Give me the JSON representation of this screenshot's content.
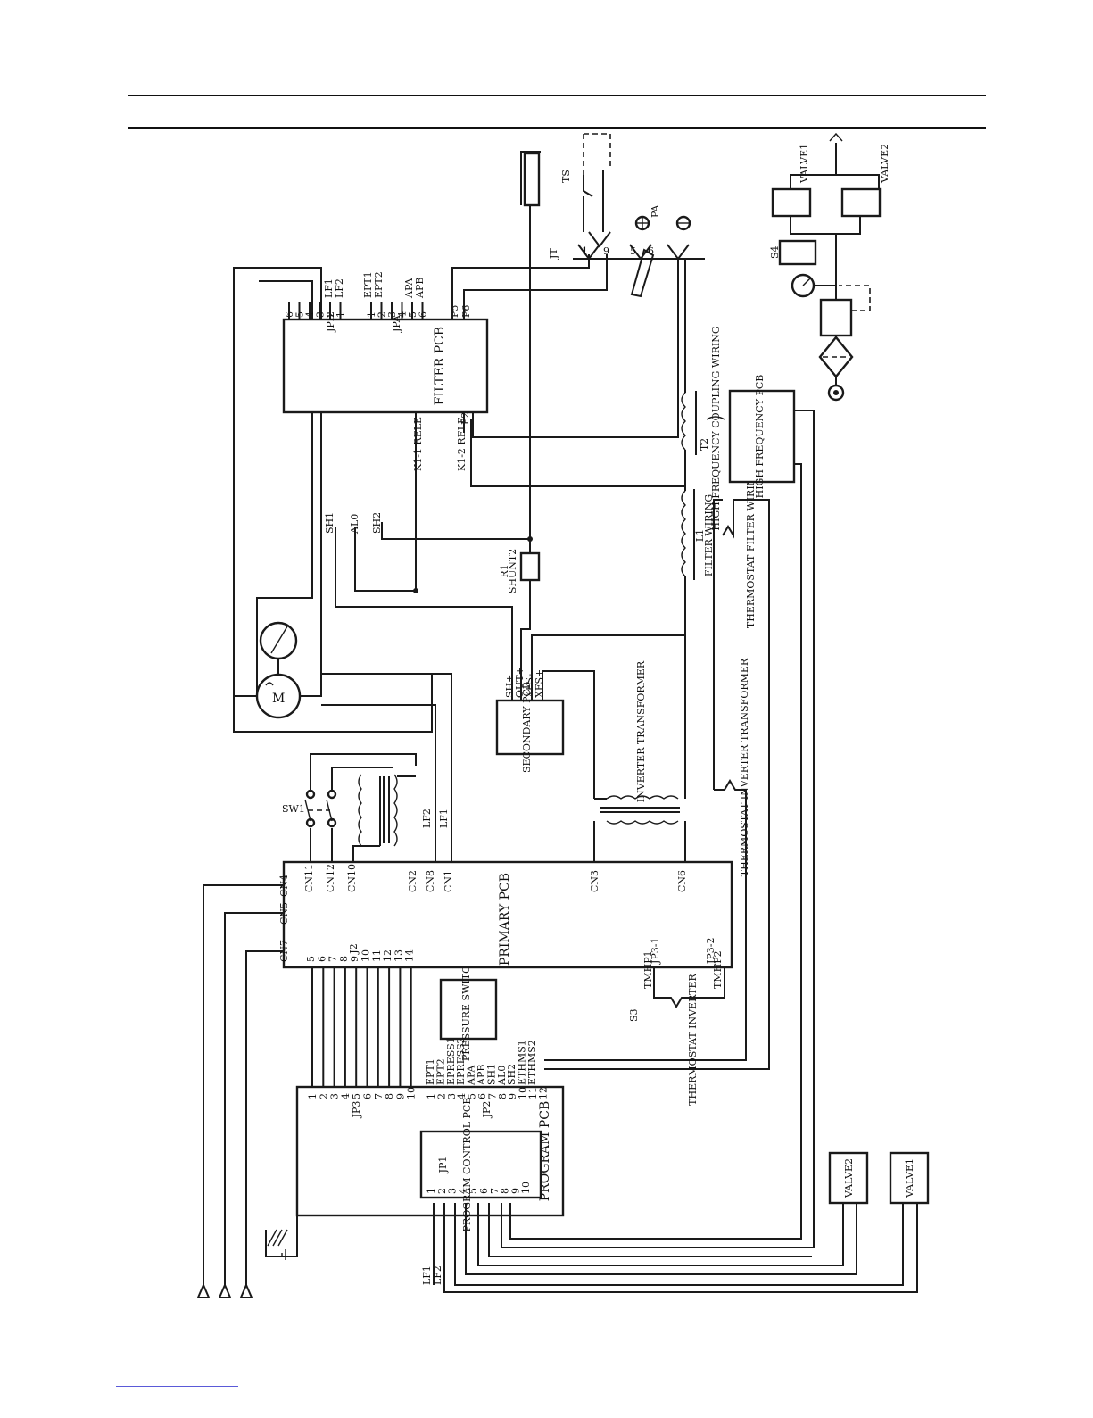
{
  "header_rules": 2,
  "primary_pcb": {
    "title": "PRIMARY PCB",
    "connectors": [
      "CN11",
      "CN12",
      "CN10",
      "CN2",
      "CN8",
      "CN1",
      "CN3",
      "CN6",
      "CN4",
      "CN5",
      "CN7",
      "JP3-1",
      "JP3-2"
    ],
    "j2_label": "J2",
    "j2_pins": [
      "5",
      "6",
      "7",
      "8",
      "9",
      "10",
      "11",
      "12",
      "13",
      "14"
    ]
  },
  "program_pcb": {
    "title": "PROGRAM PCB",
    "jp3_label": "JP3",
    "jp3_pins": [
      "1",
      "2",
      "3",
      "4",
      "5",
      "6",
      "7",
      "8",
      "9",
      "10"
    ],
    "jp2_label": "JP2",
    "jp2_pins": [
      "1",
      "2",
      "3",
      "4",
      "5",
      "6",
      "7",
      "8",
      "9",
      "10",
      "11",
      "12"
    ],
    "jp2_signals": [
      "EPT1",
      "EPT2",
      "EPRESS1",
      "EPRESS2",
      "APA",
      "APB",
      "SH1",
      "AL0",
      "SH2",
      "ETHMS1",
      "ETHMS2"
    ]
  },
  "program_control_pcb": {
    "title": "PROGRAM CONTROL PCB",
    "jp1_label": "JP1",
    "pins": [
      "1",
      "2",
      "3",
      "4",
      "5",
      "6",
      "7",
      "8",
      "9",
      "10"
    ]
  },
  "pressure_switch": "PRESSURE SWITCH",
  "secondary_pcb": {
    "title": "SECONDARY PCB",
    "terminals": [
      "SH+",
      "OUT+",
      "XFS-",
      "XFS+"
    ]
  },
  "filter_pcb": {
    "title": "FILTER PCB",
    "jpb_label": "JPB",
    "jpa_label": "JPA",
    "jpb_pins": [
      "6",
      "5",
      "4",
      "3",
      "2",
      "1"
    ],
    "jpa_pins": [
      "1",
      "2",
      "3",
      "4",
      "5",
      "6"
    ],
    "signals": [
      "LF1",
      "LF2",
      "EPT1",
      "EPT2",
      "APA",
      "APB"
    ],
    "p_terms": [
      "P5",
      "P6",
      "P2"
    ],
    "relays": [
      "K1-1 RELE",
      "K1-2 RELE"
    ]
  },
  "hf_pcb": "HIGH FREQUENCY PCB",
  "t2": {
    "id": "T2",
    "name": "HIGH FREQUENCY COUPLING WIRING"
  },
  "l1": {
    "id": "L1",
    "name": "FILTER WIRING"
  },
  "r1": {
    "id": "R1",
    "name": "SHUNT2"
  },
  "inverter_transformer": "INVERTER TRANSFORMER",
  "thermostat_filter": "THERMOSTAT FILTER WIRING",
  "thermostat_transformer": "THERMOSTAT INVERTER TRANSFORMER",
  "thermostat_inverter": "THERMOSTAT INVERTER",
  "s3": {
    "id": "S3",
    "terms": [
      "TMHP1",
      "TMHP2"
    ]
  },
  "sw1": "SW1",
  "lf_labels": [
    "LF2",
    "LF1"
  ],
  "shunt_signals": [
    "SH1",
    "AL0",
    "SH2"
  ],
  "jt": {
    "id": "JT",
    "pins": [
      "1",
      "9",
      "5",
      "6"
    ]
  },
  "ts": "TS",
  "pa": "PA",
  "valves": [
    "VALVE1",
    "VALVE2"
  ],
  "s4": "S4",
  "motor": "M",
  "bottom_lf": [
    "LF1",
    "LF2"
  ]
}
